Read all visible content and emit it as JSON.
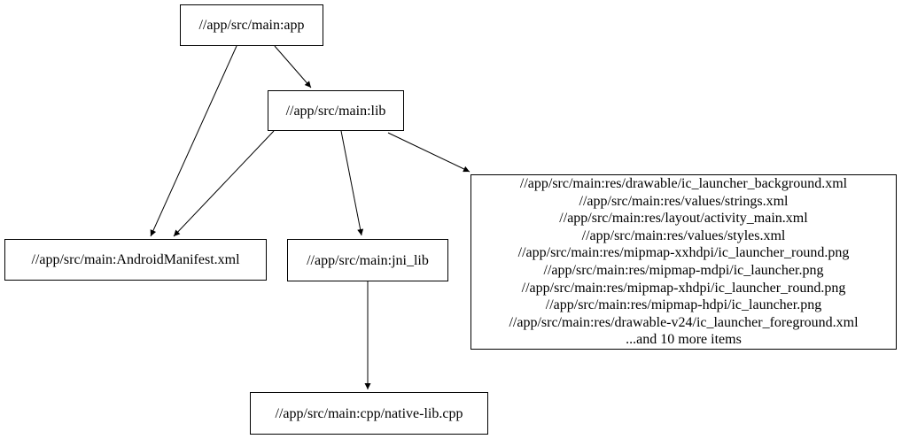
{
  "colors": {
    "background": "#ffffff",
    "node_border": "#000000",
    "edge": "#000000",
    "text": "#000000"
  },
  "graph": {
    "nodes": [
      {
        "id": "app",
        "label": "//app/src/main:app"
      },
      {
        "id": "lib",
        "label": "//app/src/main:lib"
      },
      {
        "id": "android_manifest",
        "label": "//app/src/main:AndroidManifest.xml"
      },
      {
        "id": "jni_lib",
        "label": "//app/src/main:jni_lib"
      },
      {
        "id": "res_files",
        "lines": [
          "//app/src/main:res/drawable/ic_launcher_background.xml",
          "//app/src/main:res/values/strings.xml",
          "//app/src/main:res/layout/activity_main.xml",
          "//app/src/main:res/values/styles.xml",
          "//app/src/main:res/mipmap-xxhdpi/ic_launcher_round.png",
          "//app/src/main:res/mipmap-mdpi/ic_launcher.png",
          "//app/src/main:res/mipmap-xhdpi/ic_launcher_round.png",
          "//app/src/main:res/mipmap-hdpi/ic_launcher.png",
          "//app/src/main:res/drawable-v24/ic_launcher_foreground.xml",
          "...and 10 more items"
        ]
      },
      {
        "id": "native_lib_cpp",
        "label": "//app/src/main:cpp/native-lib.cpp"
      }
    ],
    "edges": [
      {
        "from": "app",
        "to": "lib"
      },
      {
        "from": "app",
        "to": "android_manifest"
      },
      {
        "from": "lib",
        "to": "android_manifest"
      },
      {
        "from": "lib",
        "to": "jni_lib"
      },
      {
        "from": "lib",
        "to": "res_files"
      },
      {
        "from": "jni_lib",
        "to": "native_lib_cpp"
      }
    ]
  }
}
